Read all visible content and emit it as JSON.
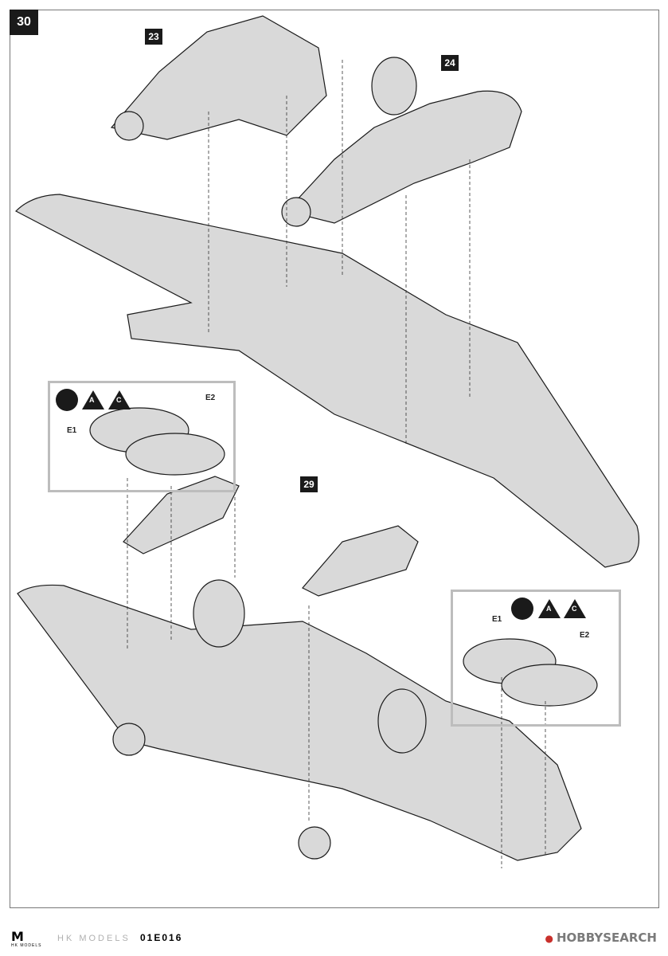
{
  "step": "30",
  "callouts": [
    "23",
    "24",
    "29"
  ],
  "detail_boxes": [
    {
      "symbols": [
        "A",
        "C"
      ],
      "parts": [
        "E1",
        "E2"
      ]
    },
    {
      "symbols": [
        "A",
        "C"
      ],
      "parts": [
        "E1",
        "E2"
      ]
    }
  ],
  "footer": {
    "brand_mark": "M",
    "brand_sub": "HK MODELS",
    "brand_text": "HK MODELS",
    "code": "01E016",
    "watermark_brand": "HOBBY",
    "watermark_suffix": "SEARCH"
  },
  "colors": {
    "fill": "#d9d9d9",
    "line": "#1a1a1a",
    "badge": "#1a1a1a",
    "box": "#bdbdbd"
  }
}
